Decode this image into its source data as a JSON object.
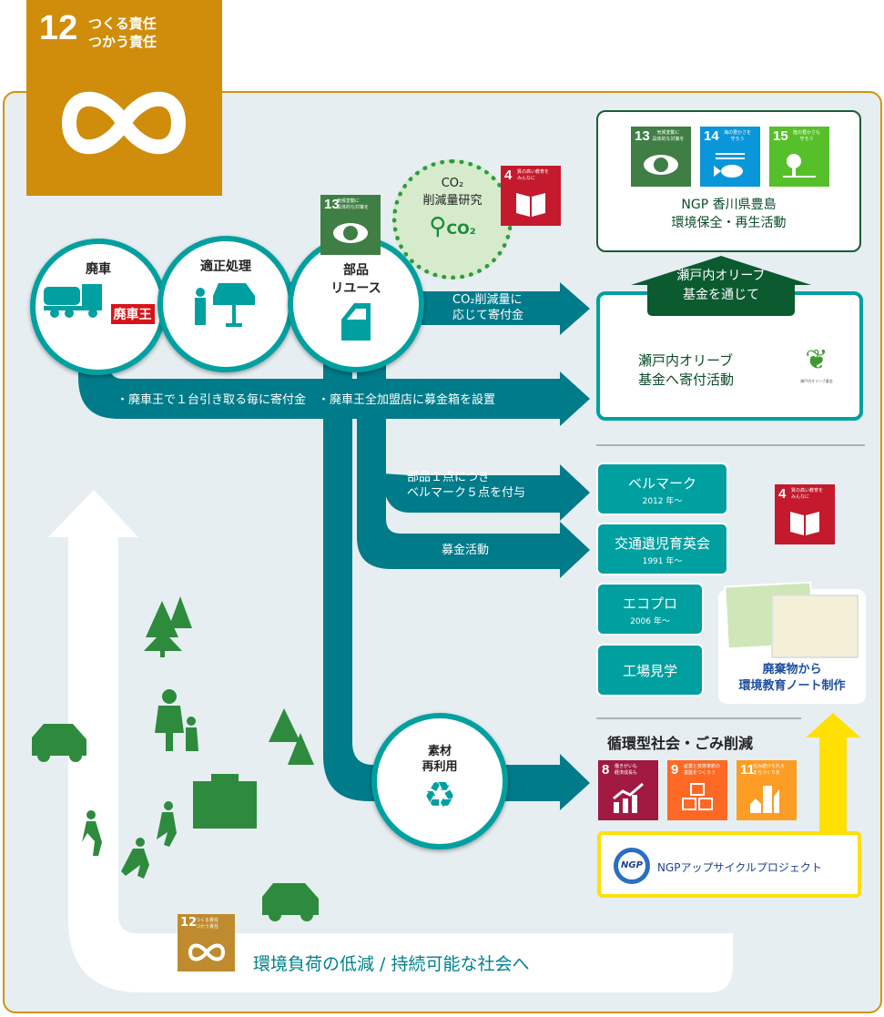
{
  "sdg12_main": {
    "number": "12",
    "label": "つくる責任\nつかう責任"
  },
  "steps": [
    {
      "label": "廃車",
      "brand": "廃車王"
    },
    {
      "label": "適正処理"
    },
    {
      "label": "部品\nリユース"
    },
    {
      "label": "素材\n再利用"
    }
  ],
  "co2_research": {
    "line1": "CO₂",
    "line2": "削減量研究",
    "icon_text": "CO₂"
  },
  "arrows": {
    "co2_donation": "CO₂削減量に\n応じて寄付金",
    "haisha_donation": "・廃車王で１台引き取る毎に寄付金　・廃車王全加盟店に募金箱を設置",
    "bellmark": "部品１点につき\nベルマーク５点を付与",
    "fundraising": "募金活動"
  },
  "ngp_teshima": {
    "line1": "NGP 香川県豊島",
    "line2": "環境保全・再生活動"
  },
  "olive_house": {
    "line1": "瀬戸内オリーブ",
    "line2": "基金を通じて"
  },
  "olive_box": {
    "line1": "瀬戸内オリーブ",
    "line2": "基金へ寄付活動",
    "logo_text": "瀬戸内オリーブ基金"
  },
  "programs": [
    {
      "name": "ベルマーク",
      "since": "2012 年～"
    },
    {
      "name": "交通遺児育英会",
      "since": "1991 年～"
    },
    {
      "name": "エコプロ",
      "since": "2006 年～"
    },
    {
      "name": "工場見学"
    }
  ],
  "note_card": {
    "line1": "廃棄物から",
    "line2": "環境教育ノート制作"
  },
  "circular_title": "循環型社会・ごみ削減",
  "upcycle": {
    "logo": "NGP",
    "label": "NGPアップサイクルプロジェクト"
  },
  "bottom_message": "環境負荷の低減 / 持続可能な社会へ",
  "sdgs": {
    "g4": {
      "n": "4",
      "t": "質の高い教育を\nみんなに",
      "color": "#c5192d"
    },
    "g8": {
      "n": "8",
      "t": "働きがいも\n経済成長も",
      "color": "#a21942"
    },
    "g9": {
      "n": "9",
      "t": "産業と技術革新の\n基盤をつくろう",
      "color": "#fd6925"
    },
    "g11": {
      "n": "11",
      "t": "住み続けられる\nまちづくりを",
      "color": "#fd9d24"
    },
    "g12": {
      "n": "12",
      "t": "つくる責任\nつかう責任",
      "color": "#bf8b2e"
    },
    "g13": {
      "n": "13",
      "t": "気候変動に\n具体的な対策を",
      "color": "#3f7e44"
    },
    "g14": {
      "n": "14",
      "t": "海の豊かさを\n守ろう",
      "color": "#0a97d9"
    },
    "g15": {
      "n": "15",
      "t": "陸の豊かさも\n守ろう",
      "color": "#56c02b"
    }
  },
  "colors": {
    "teal": "#00a0a0",
    "flow": "#007b8a",
    "gold": "#cf8d0b",
    "darkgreen": "#0b5a30",
    "yellow": "#ffe000"
  }
}
